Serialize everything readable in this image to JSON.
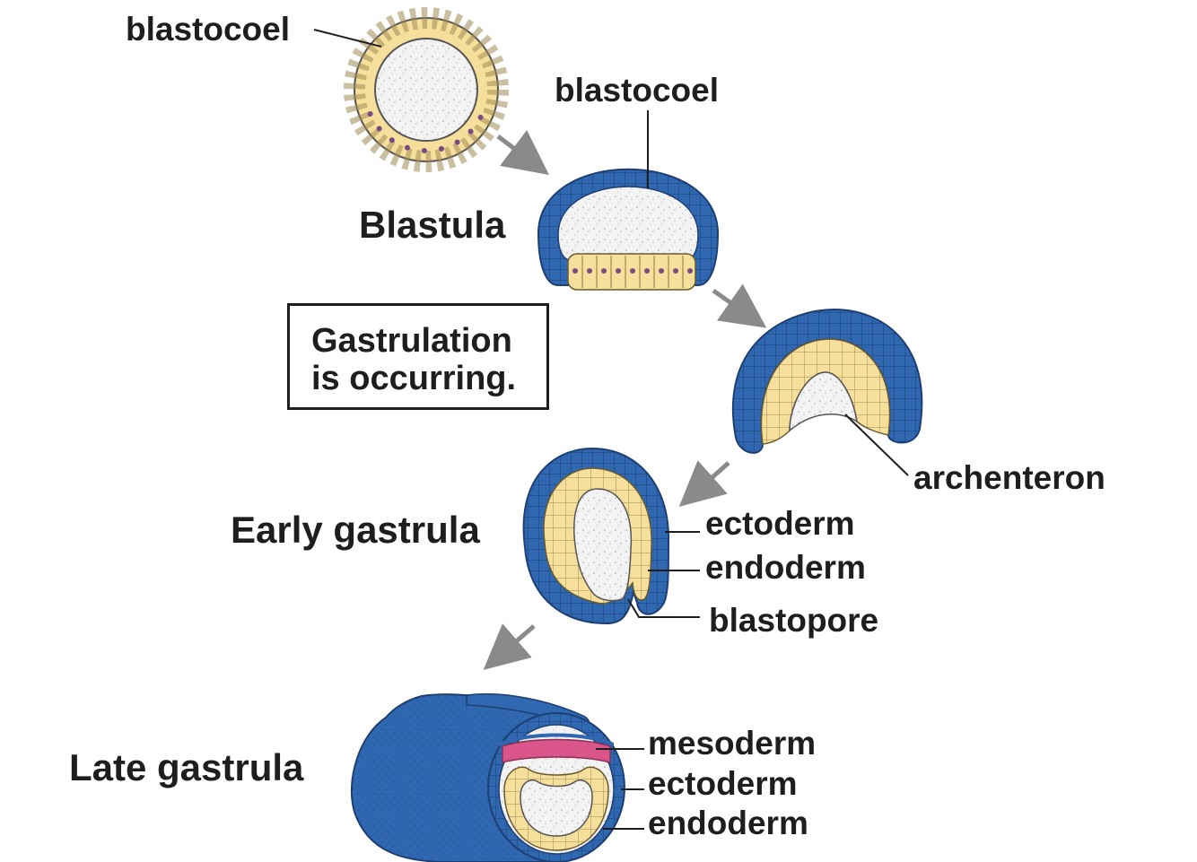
{
  "labels": {
    "blastocoel_top": "blastocoel",
    "blastocoel_blastula": "blastocoel",
    "blastula": "Blastula",
    "gastrulation_line1": "Gastrulation",
    "gastrulation_line2": "is occurring.",
    "archenteron": "archenteron",
    "early_gastrula": "Early gastrula",
    "early_ectoderm": "ectoderm",
    "early_endoderm": "endoderm",
    "blastopore": "blastopore",
    "late_gastrula": "Late gastrula",
    "late_mesoderm": "mesoderm",
    "late_ectoderm": "ectoderm",
    "late_endoderm": "endoderm"
  },
  "colors": {
    "ectoderm_blue": "#2f68b0",
    "endoderm_yellow": "#f6df9a",
    "mesoderm_pink": "#d9558a",
    "cavity_gray": "#f2f2f2",
    "nucleus_purple": "#7b4a82",
    "arrow_gray": "#8a8a8a"
  }
}
